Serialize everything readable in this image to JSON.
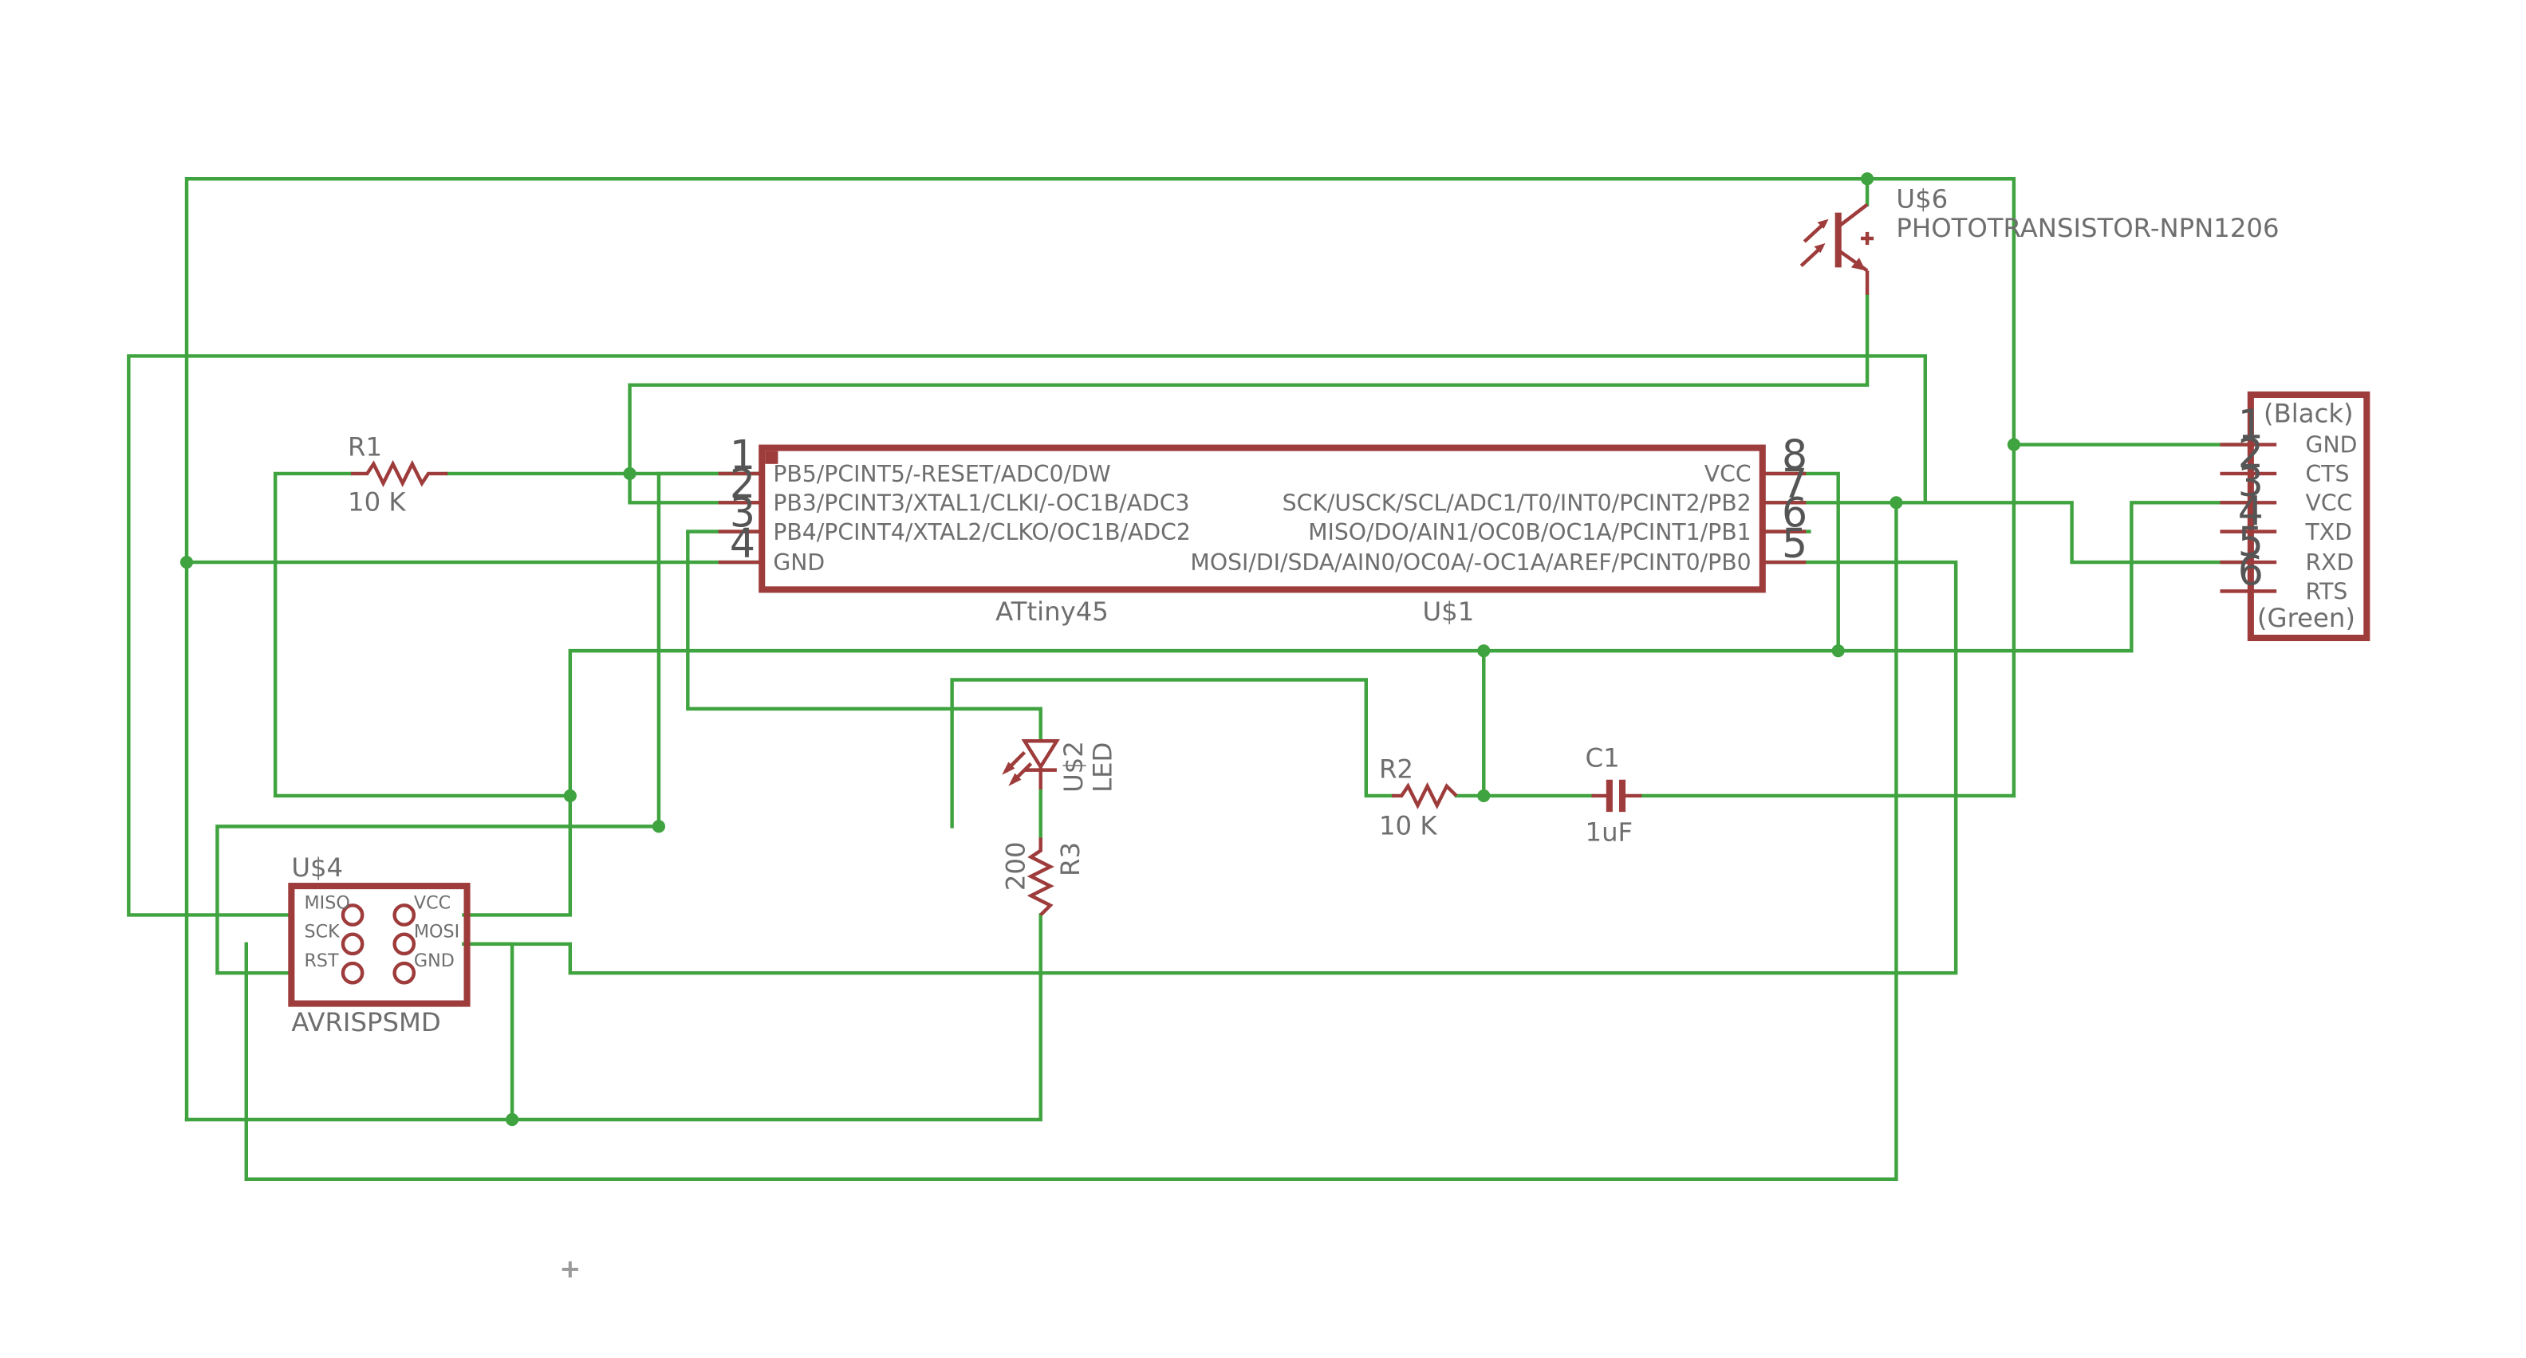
{
  "parts": {
    "u1": {
      "name": "U$1",
      "value": "ATtiny45",
      "left_pins": [
        {
          "num": "1",
          "label": "PB5/PCINT5/-RESET/ADC0/DW"
        },
        {
          "num": "2",
          "label": "PB3/PCINT3/XTAL1/CLKI/-OC1B/ADC3"
        },
        {
          "num": "3",
          "label": "PB4/PCINT4/XTAL2/CLKO/OC1B/ADC2"
        },
        {
          "num": "4",
          "label": "GND"
        }
      ],
      "right_pins": [
        {
          "num": "8",
          "label": "VCC"
        },
        {
          "num": "7",
          "label": "SCK/USCK/SCL/ADC1/T0/INT0/PCINT2/PB2"
        },
        {
          "num": "6",
          "label": "MISO/DO/AIN1/OC0B/OC1A/PCINT1/PB1"
        },
        {
          "num": "5",
          "label": "MOSI/DI/SDA/AIN0/OC0A/-OC1A/AREF/PCINT0/PB0"
        }
      ]
    },
    "r1": {
      "name": "R1",
      "value": "10 K"
    },
    "r2": {
      "name": "R2",
      "value": "10 K"
    },
    "r3": {
      "name": "R3",
      "value": "200"
    },
    "c1": {
      "name": "C1",
      "value": "1uF"
    },
    "u2": {
      "name": "U$2",
      "value": "LED"
    },
    "u4": {
      "name": "U$4",
      "value": "AVRISPSMD",
      "pins_left": [
        "MISO",
        "SCK",
        "RST"
      ],
      "pins_right": [
        "VCC",
        "MOSI",
        "GND"
      ]
    },
    "u6": {
      "name": "U$6",
      "value": "PHOTOTRANSISTOR-NPN1206"
    },
    "ftdi": {
      "top_label": "(Black)",
      "bottom_label": "(Green)",
      "pins": [
        {
          "num": "1",
          "label": "GND"
        },
        {
          "num": "2",
          "label": "CTS"
        },
        {
          "num": "3",
          "label": "VCC"
        },
        {
          "num": "4",
          "label": "TXD"
        },
        {
          "num": "5",
          "label": "RXD"
        },
        {
          "num": "6",
          "label": "RTS"
        }
      ]
    }
  },
  "colors": {
    "wire": "#3fa33f",
    "part": "#9e3b3b",
    "text": "#6e6e6e",
    "background": "#ffffff"
  }
}
